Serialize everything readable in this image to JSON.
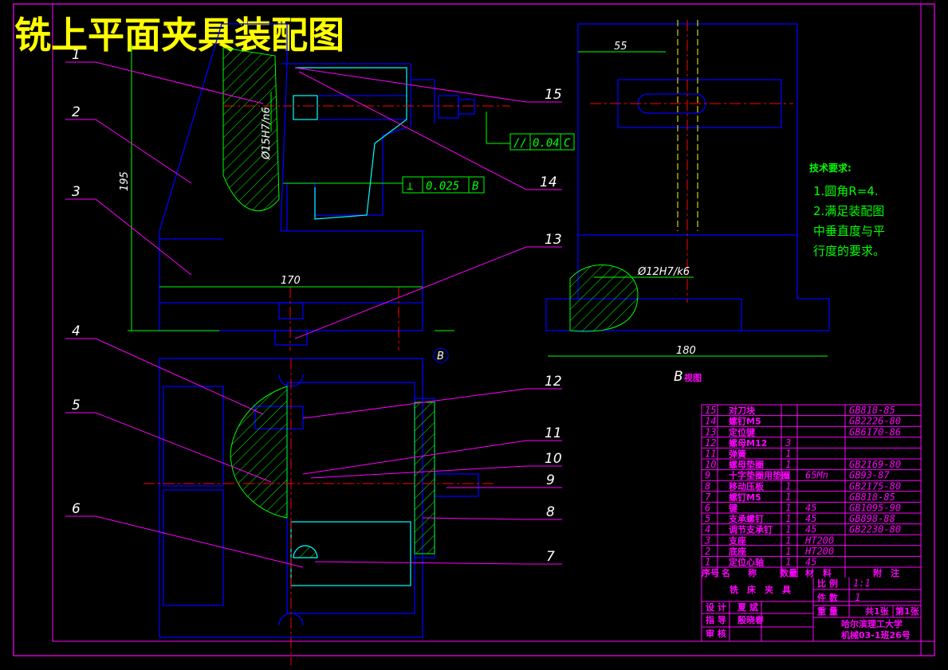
{
  "title": "铣上平面夹具装配图",
  "balloons": [
    "1",
    "2",
    "3",
    "4",
    "5",
    "6",
    "7",
    "8",
    "9",
    "10",
    "11",
    "12",
    "13",
    "14",
    "15"
  ],
  "dimensions": {
    "d195": "195",
    "d170": "170",
    "d55": "55",
    "d180": "180",
    "fit_15": "Ø15H7/n6",
    "fit_12": "Ø12H7/k6"
  },
  "tolerances": {
    "parallel": {
      "symbol": "//",
      "value": "0.04",
      "datum": "C"
    },
    "perpendicular": {
      "symbol": "⊥",
      "value": "0.025",
      "datum": "B"
    }
  },
  "section_marker": "B",
  "view_label": {
    "letter": "B",
    "suffix": "视图"
  },
  "tech_notes": {
    "heading": "技术要求:",
    "lines": [
      "1.圆角R=4.",
      "2.满足装配图",
      "中垂直度与平",
      "行度的要求。"
    ]
  },
  "bom": [
    {
      "no": "15",
      "name": "对刀块",
      "qty": "",
      "material": "",
      "std": "GB818-85"
    },
    {
      "no": "14",
      "name": "螺钉M5",
      "qty": "",
      "material": "",
      "std": "GB2226-80"
    },
    {
      "no": "13",
      "name": "定位键",
      "qty": "",
      "material": "",
      "std": "GB6170-86"
    },
    {
      "no": "12",
      "name": "螺母M12",
      "qty": "3",
      "material": "",
      "std": ""
    },
    {
      "no": "11",
      "name": "弹簧",
      "qty": "1",
      "material": "",
      "std": ""
    },
    {
      "no": "10",
      "name": "螺母垫圈",
      "qty": "1",
      "material": "",
      "std": "GB2169-80"
    },
    {
      "no": "9",
      "name": "十字垫圈用垫圈",
      "qty": "1",
      "material": "65Mn",
      "std": "GB93-87"
    },
    {
      "no": "8",
      "name": "移动压板",
      "qty": "1",
      "material": "",
      "std": "GB2175-80"
    },
    {
      "no": "7",
      "name": "螺钉M5",
      "qty": "1",
      "material": "",
      "std": "GB818-85"
    },
    {
      "no": "6",
      "name": "键",
      "qty": "1",
      "material": "45",
      "std": "GB1095-90"
    },
    {
      "no": "5",
      "name": "支承螺钉",
      "qty": "1",
      "material": "45",
      "std": "GB898-88"
    },
    {
      "no": "4",
      "name": "调节支承钉",
      "qty": "1",
      "material": "45",
      "std": "GB2230-80"
    },
    {
      "no": "3",
      "name": "支座",
      "qty": "1",
      "material": "HT200",
      "std": ""
    },
    {
      "no": "2",
      "name": "底座",
      "qty": "1",
      "material": "HT200",
      "std": ""
    },
    {
      "no": "1",
      "name": "定位心轴",
      "qty": "1",
      "material": "45",
      "std": ""
    }
  ],
  "bom_header": {
    "no": "序号",
    "name": "名　　称",
    "qty": "数量",
    "material": "材　料",
    "remark": "附　注"
  },
  "title_block": {
    "drawing_name": "铣　床　夹　具",
    "scale_label": "比 例",
    "scale": "1:1",
    "count_label": "件 数",
    "count": "1",
    "weight_label": "重 量",
    "sheets": "共1张",
    "sheet_no": "第1张",
    "designer_label": "设 计",
    "designer": "夏 斌",
    "tutor_label": "指 导",
    "tutor": "殷晓春",
    "review_label": "审 核",
    "school": "哈尔滨理工大学",
    "class": "机械03-1班26号"
  }
}
